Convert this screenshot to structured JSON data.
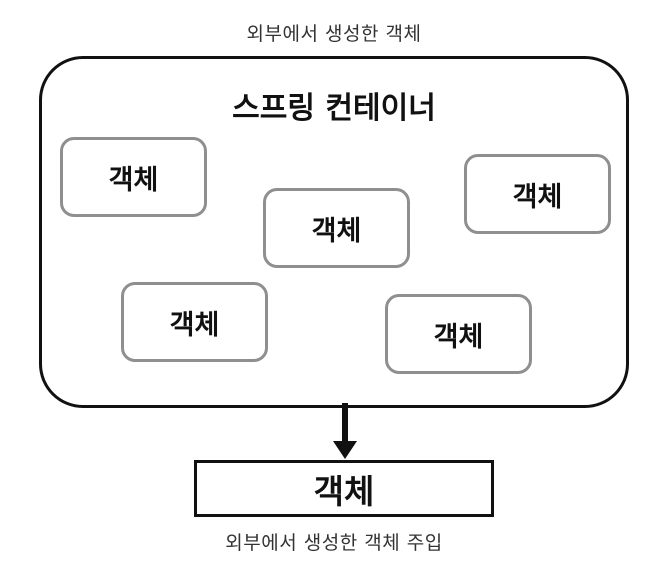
{
  "top_caption": "외부에서 생성한 객체",
  "container": {
    "title": "스프링 컨테이너",
    "objects": [
      "객체",
      "객체",
      "객체",
      "객체",
      "객체"
    ]
  },
  "target": {
    "label": "객체"
  },
  "bottom_caption": "외부에서 생성한 객체 주입",
  "colors": {
    "border": "#111111",
    "object_border": "#8f8f8f",
    "background": "#ffffff"
  }
}
